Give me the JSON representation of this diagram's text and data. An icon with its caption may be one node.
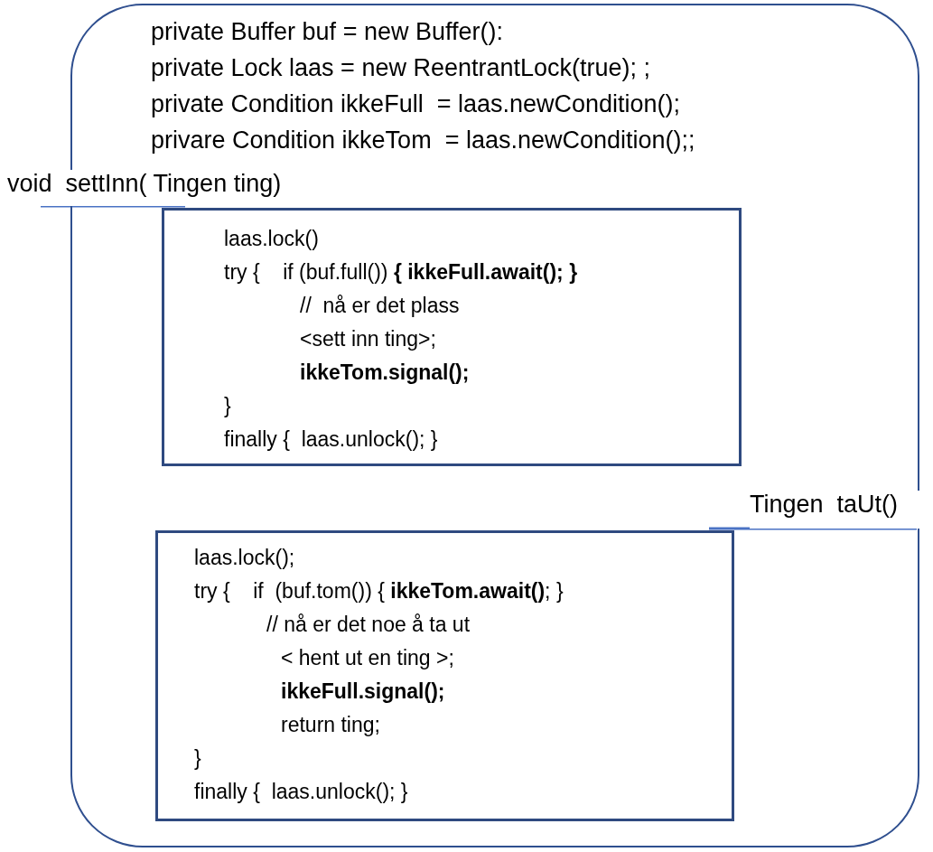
{
  "diagram": {
    "nodes": [
      {
        "text": [
          "private Buffer buf = new Buffer():",
          "private Lock laas = new ReentrantLock(true); ;",
          "private Condition ikkeFull  = laas.newCondition();",
          "privare Condition ikkeTom  = laas.newCondition();;"
        ]
      },
      {
        "text": [
          "void  settInn( Tingen ting)"
        ]
      },
      {
        "text": [
          "laas.lock()",
          "try {    if (buf.full()) **{ ikkeFull.await(); }**",
          "//  nå er det plass",
          "<sett inn ting>;",
          "ikkeTom.signal();",
          "}",
          "finally {  laas.unlock(); }"
        ],
        "in": 0
      },
      {
        "text": [
          "Tingen  taUt()"
        ]
      },
      {
        "text": [
          "laas.lock();",
          "try {    if  (buf.tom()) { **ikkeTom.await()**; }",
          "// nå er det noe å ta ut",
          "< hent ut en ting >;",
          "ikkeFull.signal();",
          "return ting;",
          "}",
          "finally {  laas.unlock(); }"
        ],
        "in": 0
      }
    ],
    "edges": [
      {
        "from": 1,
        "to": 2,
        "arrow": "none"
      },
      {
        "from": 3,
        "to": 4,
        "arrow": "none"
      }
    ]
  }
}
